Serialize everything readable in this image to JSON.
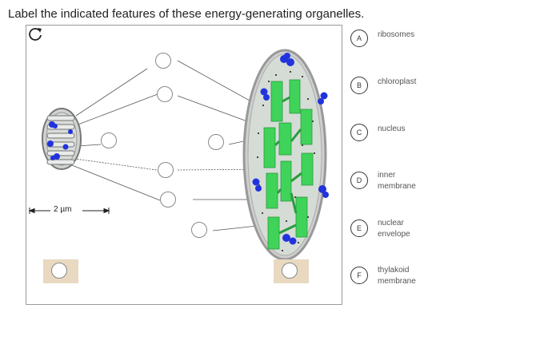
{
  "question": "Label the indicated features of these energy-generating organelles.",
  "scale_label": "2 µm",
  "options": [
    {
      "letter": "A",
      "label": "ribosomes"
    },
    {
      "letter": "B",
      "label": "chloroplast"
    },
    {
      "letter": "C",
      "label": "nucleus"
    },
    {
      "letter": "D",
      "label_line1": "inner",
      "label_line2": "membrane"
    },
    {
      "letter": "E",
      "label_line1": "nuclear",
      "label_line2": "envelope"
    },
    {
      "letter": "F",
      "label_line1": "thylakoid",
      "label_line2": "membrane"
    }
  ],
  "colors": {
    "stroma": "#d5dcd6",
    "thylakoid_green": "#3fd35a",
    "dna_blue": "#2233dd",
    "tray": "#e8d9c0"
  },
  "icons": {
    "reset": "reset-icon"
  }
}
